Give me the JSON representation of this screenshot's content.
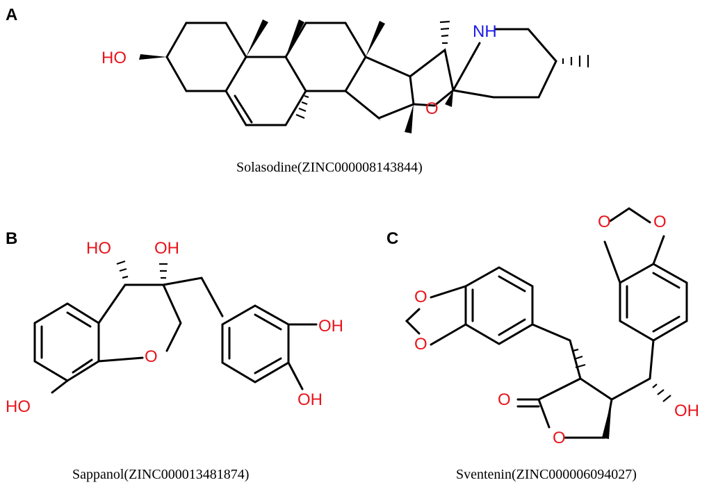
{
  "colors": {
    "oxygen": "#e8141c",
    "nitrogen": "#1a1ae6",
    "bond": "#000000"
  },
  "panels": [
    {
      "label": "A",
      "caption": "Solasodine(ZINC000008143844)",
      "atoms": [
        "HO",
        "NH",
        "O"
      ]
    },
    {
      "label": "B",
      "caption": "Sappanol(ZINC000013481874)",
      "atoms": [
        "HO",
        "OH",
        "OH",
        "OH",
        "HO",
        "O"
      ]
    },
    {
      "label": "C",
      "caption": "Sventenin(ZINC000006094027)",
      "atoms": [
        "O",
        "O",
        "O",
        "O",
        "O",
        "O",
        "OH"
      ]
    }
  ]
}
